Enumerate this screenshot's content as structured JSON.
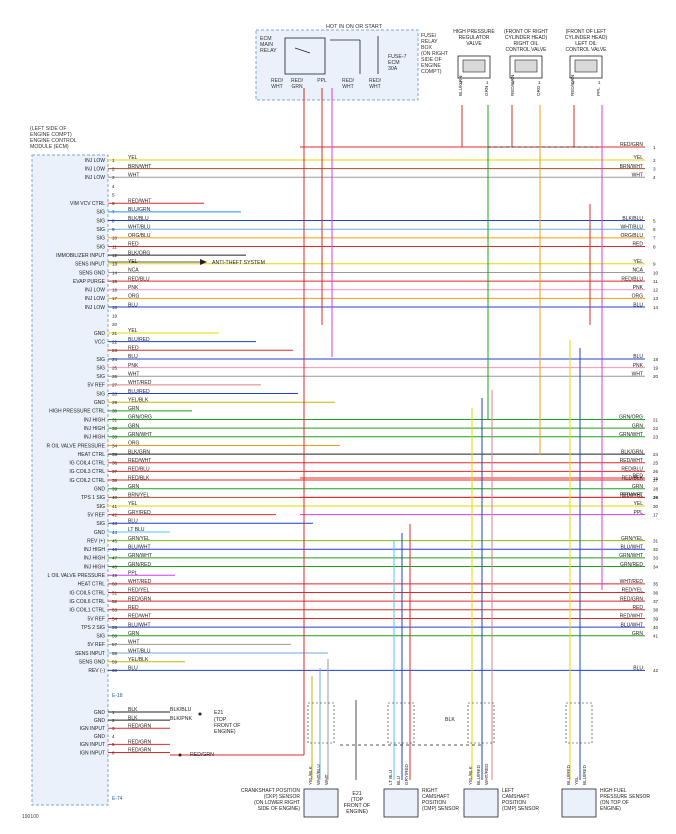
{
  "relay_box": {
    "hot_label": "HOT IN ON OR START",
    "relay_label": [
      "ECM",
      "MAIN",
      "RELAY"
    ],
    "box_label": [
      "FUSE/",
      "RELAY",
      "BOX",
      "(ON RIGHT",
      "SIDE OF",
      "ENGINE",
      "COMPT)"
    ],
    "fuse_label": [
      "FUSE-7",
      "ECM",
      "30A"
    ],
    "wire_labels": [
      [
        "RED/",
        "WHT"
      ],
      [
        "RED/",
        "GRN"
      ],
      [
        "PPL"
      ],
      [
        "RED/",
        "WHT"
      ],
      [
        "RED/",
        "WHT"
      ]
    ]
  },
  "ecm_label": [
    "(LEFT SIDE OF",
    "ENGINE COMPT)",
    "ENGINE CONTROL",
    "MODULE (ECM)"
  ],
  "left_pins": [
    {
      "n": "1",
      "sig": "INJ LOW",
      "color": "YEL",
      "stroke": "#e6d800"
    },
    {
      "n": "2",
      "sig": "INJ LOW",
      "color": "BRN/WHT",
      "stroke": "#a0522d"
    },
    {
      "n": "3",
      "sig": "INJ LOW",
      "color": "WHT",
      "stroke": "#999999"
    },
    {
      "n": "4",
      "sig": "",
      "color": "",
      "stroke": ""
    },
    {
      "n": "5",
      "sig": "",
      "color": "",
      "stroke": ""
    },
    {
      "n": "6",
      "sig": "VIM VCV CTRL",
      "color": "RED/WHT",
      "stroke": "#e0282a"
    },
    {
      "n": "7",
      "sig": "SIG",
      "color": "BLU/GRN",
      "stroke": "#1e90ff"
    },
    {
      "n": "8",
      "sig": "SIG",
      "color": "BLK/BLU",
      "stroke": "#1f3fd6"
    },
    {
      "n": "9",
      "sig": "SIG",
      "color": "WHT/BLU",
      "stroke": "#6fa8dc"
    },
    {
      "n": "10",
      "sig": "SIG",
      "color": "ORG/BLU",
      "stroke": "#f39c12"
    },
    {
      "n": "11",
      "sig": "SIG",
      "color": "RED",
      "stroke": "#e0282a"
    },
    {
      "n": "12",
      "sig": "IMMOBILIZER INPUT",
      "color": "BLK/ORG",
      "stroke": "#222222"
    },
    {
      "n": "13",
      "sig": "SENS INPUT",
      "color": "YEL",
      "stroke": "#e6d800"
    },
    {
      "n": "14",
      "sig": "SENS GND",
      "color": "NCA",
      "stroke": "#999999"
    },
    {
      "n": "15",
      "sig": "EVAP PURGE",
      "color": "RED/BLU",
      "stroke": "#e0282a"
    },
    {
      "n": "16",
      "sig": "INJ LOW",
      "color": "PNK",
      "stroke": "#ff8fb0"
    },
    {
      "n": "17",
      "sig": "INJ LOW",
      "color": "ORG",
      "stroke": "#f39c12"
    },
    {
      "n": "18",
      "sig": "INJ LOW",
      "color": "BLU",
      "stroke": "#1f3fd6"
    },
    {
      "n": "19",
      "sig": "",
      "color": "",
      "stroke": ""
    },
    {
      "n": "20",
      "sig": "",
      "color": "",
      "stroke": ""
    },
    {
      "n": "21",
      "sig": "GND",
      "color": "YEL",
      "stroke": "#e6d800"
    },
    {
      "n": "22",
      "sig": "VCC",
      "color": "BLU/RED",
      "stroke": "#1f3fd6"
    },
    {
      "n": "23",
      "sig": "",
      "color": "RED",
      "stroke": "#e0282a"
    },
    {
      "n": "24",
      "sig": "SIG",
      "color": "BLU",
      "stroke": "#1f3fd6"
    },
    {
      "n": "25",
      "sig": "SIG",
      "color": "PNK",
      "stroke": "#ff8fb0"
    },
    {
      "n": "26",
      "sig": "SIG",
      "color": "WHT",
      "stroke": "#999999"
    },
    {
      "n": "27",
      "sig": "5V REF",
      "color": "WHT/RED",
      "stroke": "#e08080"
    },
    {
      "n": "28",
      "sig": "SIG",
      "color": "BLU/RED",
      "stroke": "#1f3fd6"
    },
    {
      "n": "29",
      "sig": "GND",
      "color": "YEL/BLK",
      "stroke": "#c9b800"
    },
    {
      "n": "30",
      "sig": "HIGH PRESSURE CTRL",
      "color": "GRN",
      "stroke": "#1aa31a"
    },
    {
      "n": "31",
      "sig": "INJ HIGH",
      "color": "GRN/ORG",
      "stroke": "#1aa31a"
    },
    {
      "n": "32",
      "sig": "INJ HIGH",
      "color": "GRN",
      "stroke": "#1aa31a"
    },
    {
      "n": "33",
      "sig": "INJ HIGH",
      "color": "GRN/WHT",
      "stroke": "#1aa31a"
    },
    {
      "n": "34",
      "sig": "R OIL VALVE PRESSURE",
      "color": "ORG",
      "stroke": "#f39c12"
    },
    {
      "n": "35",
      "sig": "HEAT CTRL",
      "color": "BLK/GRN",
      "stroke": "#222222"
    },
    {
      "n": "36",
      "sig": "IG COIL4 CTRL",
      "color": "RED/WHT",
      "stroke": "#e0282a"
    },
    {
      "n": "37",
      "sig": "IG COIL3 CTRL",
      "color": "RED/BLU",
      "stroke": "#e0282a"
    },
    {
      "n": "38",
      "sig": "IG COIL2 CTRL",
      "color": "RED/BLK",
      "stroke": "#e0282a"
    },
    {
      "n": "39",
      "sig": "GND",
      "color": "GRN",
      "stroke": "#1aa31a"
    },
    {
      "n": "40",
      "sig": "TPS 1 SIG",
      "color": "BRN/YEL",
      "stroke": "#a0522d"
    },
    {
      "n": "41",
      "sig": "SIG",
      "color": "YEL",
      "stroke": "#e6d800"
    },
    {
      "n": "42",
      "sig": "5V REF",
      "color": "GRY/RED",
      "stroke": "#e0282a"
    },
    {
      "n": "43",
      "sig": "SIG",
      "color": "BLU",
      "stroke": "#1f3fd6"
    },
    {
      "n": "44",
      "sig": "GND",
      "color": "LT BLU",
      "stroke": "#4fc3f7"
    },
    {
      "n": "45",
      "sig": "REV (+)",
      "color": "GRN/YEL",
      "stroke": "#7cbf1a"
    },
    {
      "n": "46",
      "sig": "INJ HIGH",
      "color": "BLU/WHT",
      "stroke": "#1f3fd6"
    },
    {
      "n": "47",
      "sig": "INJ HIGH",
      "color": "GRN/WHT",
      "stroke": "#1aa31a"
    },
    {
      "n": "48",
      "sig": "INJ HIGH",
      "color": "GRN/RED",
      "stroke": "#1aa31a"
    },
    {
      "n": "49",
      "sig": "L OIL VALVE PRESSURE",
      "color": "PPL",
      "stroke": "#d63cf0"
    },
    {
      "n": "50",
      "sig": "HEAT CTRL",
      "color": "WHT/RED",
      "stroke": "#e0282a"
    },
    {
      "n": "51",
      "sig": "IG COIL5 CTRL",
      "color": "RED/YEL",
      "stroke": "#e0282a"
    },
    {
      "n": "52",
      "sig": "IG COIL6 CTRL",
      "color": "RED/GRN",
      "stroke": "#e0282a"
    },
    {
      "n": "53",
      "sig": "IG COIL1 CTRL",
      "color": "RED",
      "stroke": "#e0282a"
    },
    {
      "n": "54",
      "sig": "5V REF",
      "color": "RED/WHT",
      "stroke": "#e0282a"
    },
    {
      "n": "55",
      "sig": "TPS 2 SIG",
      "color": "BLU/WHT",
      "stroke": "#1f3fd6"
    },
    {
      "n": "56",
      "sig": "SIG",
      "color": "GRN",
      "stroke": "#1aa31a"
    },
    {
      "n": "57",
      "sig": "5V REF",
      "color": "WHT",
      "stroke": "#999999"
    },
    {
      "n": "58",
      "sig": "SENS INPUT",
      "color": "WHT/BLU",
      "stroke": "#6fa8dc"
    },
    {
      "n": "59",
      "sig": "SENS GND",
      "color": "YEL/BLK",
      "stroke": "#c9b800"
    },
    {
      "n": "60",
      "sig": "REV (-)",
      "color": "BLU",
      "stroke": "#1f3fd6"
    }
  ],
  "connector_a": "E-18",
  "right_wires": [
    {
      "n": "1",
      "color": "RED/GRN",
      "stroke": "#e0282a"
    },
    {
      "n": "2",
      "color": "YEL",
      "stroke": "#e6d800"
    },
    {
      "n": "3",
      "color": "BRN/WHT",
      "stroke": "#a0522d"
    },
    {
      "n": "4",
      "color": "WHT",
      "stroke": "#999999"
    },
    {
      "n": "5",
      "color": "BLK/BLU",
      "stroke": "#1f3fd6"
    },
    {
      "n": "6",
      "color": "WHT/BLU",
      "stroke": "#6fa8dc"
    },
    {
      "n": "7",
      "color": "ORG/BLU",
      "stroke": "#f39c12"
    },
    {
      "n": "8",
      "color": "RED",
      "stroke": "#e0282a"
    },
    {
      "n": "9",
      "color": "YEL",
      "stroke": "#e6d800"
    },
    {
      "n": "10",
      "color": "NCA",
      "stroke": "#999999"
    },
    {
      "n": "11",
      "color": "RED/BLU",
      "stroke": "#e0282a"
    },
    {
      "n": "12",
      "color": "PNK",
      "stroke": "#ff8fb0"
    },
    {
      "n": "13",
      "color": "ORG",
      "stroke": "#f39c12"
    },
    {
      "n": "14",
      "color": "BLU",
      "stroke": "#1f3fd6"
    },
    {
      "n": "15",
      "color": "RED",
      "stroke": "#e0282a"
    },
    {
      "n": "16",
      "color": "RED/WHT",
      "stroke": "#e0282a"
    },
    {
      "n": "17",
      "color": "PPL",
      "stroke": "#d63cf0"
    },
    {
      "n": "18",
      "color": "BLU",
      "stroke": "#1f3fd6"
    },
    {
      "n": "19",
      "color": "PNK",
      "stroke": "#ff8fb0"
    },
    {
      "n": "20",
      "color": "WHT",
      "stroke": "#999999"
    },
    {
      "n": "21",
      "color": "GRN/ORG",
      "stroke": "#1aa31a"
    },
    {
      "n": "22",
      "color": "GRN",
      "stroke": "#1aa31a"
    },
    {
      "n": "23",
      "color": "GRN/WHT",
      "stroke": "#1aa31a"
    },
    {
      "n": "24",
      "color": "BLK/GRN",
      "stroke": "#222222"
    },
    {
      "n": "25",
      "color": "RED/WHT",
      "stroke": "#e0282a"
    },
    {
      "n": "26",
      "color": "RED/BLU",
      "stroke": "#e0282a"
    },
    {
      "n": "27",
      "color": "RED/BLK",
      "stroke": "#e0282a"
    },
    {
      "n": "28",
      "color": "GRN",
      "stroke": "#1aa31a"
    },
    {
      "n": "29",
      "color": "BRN/YEL",
      "stroke": "#a0522d"
    },
    {
      "n": "30",
      "color": "YEL",
      "stroke": "#e6d800"
    },
    {
      "n": "31",
      "color": "GRN/YEL",
      "stroke": "#7cbf1a"
    },
    {
      "n": "32",
      "color": "BLU/WHT",
      "stroke": "#1f3fd6"
    },
    {
      "n": "33",
      "color": "GRN/WHT",
      "stroke": "#1aa31a"
    },
    {
      "n": "34",
      "color": "GRN/RED",
      "stroke": "#1aa31a"
    },
    {
      "n": "35",
      "color": "WHT/RED",
      "stroke": "#e0282a"
    },
    {
      "n": "36",
      "color": "RED/YEL",
      "stroke": "#e0282a"
    },
    {
      "n": "37",
      "color": "RED/GRN",
      "stroke": "#e0282a"
    },
    {
      "n": "38",
      "color": "RED",
      "stroke": "#e0282a"
    },
    {
      "n": "39",
      "color": "RED/WHT",
      "stroke": "#e0282a"
    },
    {
      "n": "40",
      "color": "BLU/WHT",
      "stroke": "#1f3fd6"
    },
    {
      "n": "41",
      "color": "GRN",
      "stroke": "#1aa31a"
    },
    {
      "n": "42",
      "color": "BLU",
      "stroke": "#1f3fd6"
    }
  ],
  "anti_theft": "ANTI-THEFT SYSTEM",
  "bottom_pins": [
    {
      "n": "1",
      "sig": "GND",
      "color": "BLK"
    },
    {
      "n": "2",
      "sig": "GND",
      "color": "BLK"
    },
    {
      "n": "3",
      "sig": "IGN INPUT",
      "color": "RED/GRN"
    },
    {
      "n": "4",
      "sig": "GND",
      "color": ""
    },
    {
      "n": "5",
      "sig": "IGN INPUT",
      "color": "RED/GRN"
    },
    {
      "n": "6",
      "sig": "IGN INPUT",
      "color": "RED/GRN"
    }
  ],
  "connector_b": "E-74",
  "ground": {
    "id": "E21",
    "desc": [
      "(TOP",
      "FRONT OF",
      "ENGINE)"
    ],
    "wires": [
      "BLK/BLU",
      "BLK/PNK"
    ]
  },
  "red_grn_label": "RED/GRN",
  "blk_label": "BLK",
  "top_components": [
    {
      "title": [
        "HIGH PRESSURE",
        "REGULATOR",
        "VALVE"
      ],
      "pins": [
        "2",
        "1"
      ],
      "wires": [
        "BLU/GRN",
        "GRN"
      ]
    },
    {
      "title": [
        "(FRONT OF RIGHT",
        "CYLINDER HEAD)",
        "RIGHT OIL",
        "CONTROL VALVE"
      ],
      "pins": [
        "2",
        "1"
      ],
      "wires": [
        "RED/GRN",
        "ORG"
      ]
    },
    {
      "title": [
        "(FRONT OF LEFT",
        "CYLINDER HEAD)",
        "LEFT OIL",
        "CONTROL VALVE"
      ],
      "pins": [
        "2",
        "1"
      ],
      "wires": [
        "RED/GRN",
        "PPL"
      ]
    }
  ],
  "bottom_components": [
    {
      "title": [
        "CRANKSHAFT POSITION",
        "(CKP) SENSOR",
        "(ON LOWER RIGHT",
        "SIDE OF ENGINE)"
      ],
      "wires": [
        "YEL/BLK",
        "WHT/BLU",
        "WHT"
      ],
      "pins": [
        "3",
        "2",
        "1"
      ]
    },
    {
      "title": [
        "RIGHT",
        "CAMSHAFT",
        "POSITION",
        "(CMP) SENSOR"
      ],
      "wires": [
        "LT BLU",
        "BLU",
        "GRY/RED"
      ],
      "pins": [
        "3",
        "2",
        "1"
      ]
    },
    {
      "title": [
        "LEFT",
        "CAMSHAFT",
        "POSITION",
        "(CMP) SENSOR"
      ],
      "wires": [
        "YEL/BLK",
        "BLU/RED",
        "WHT/RED"
      ],
      "pins": [
        "3",
        "2",
        "1"
      ]
    },
    {
      "title": [
        "HIGH FUEL",
        "PRESSURE SENSOR",
        "(ON TOP OF",
        "ENGINE)"
      ],
      "wires": [
        "BLU/RED",
        "YEL",
        "BLU/RED"
      ],
      "pins": [
        "3",
        "2",
        "1"
      ]
    }
  ],
  "e21_label": [
    "E21",
    "(TOP",
    "FRONT OF",
    "ENGINE)"
  ],
  "figure_code": "190100",
  "colors": {
    "red": "#e0282a",
    "yellow": "#e6d800",
    "green": "#1aa31a",
    "blue": "#1f3fd6",
    "orange": "#f39c12",
    "purple": "#d63cf0",
    "box_fill": "#eaf1fa"
  }
}
